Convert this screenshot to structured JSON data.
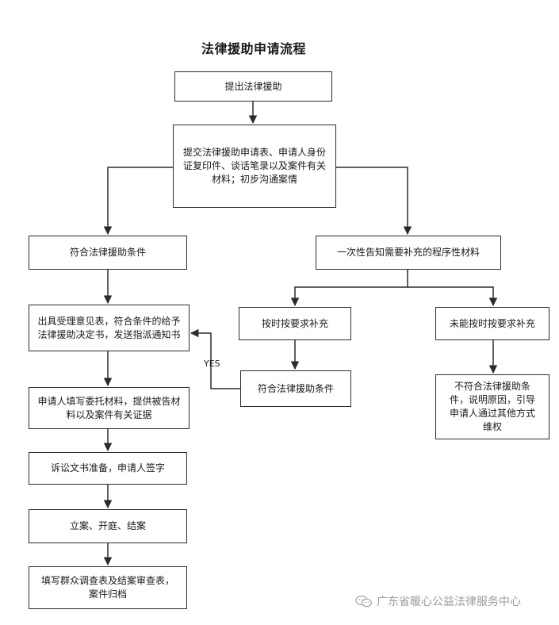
{
  "title": "法律援助申请流程",
  "nodes": {
    "submit": "提出法律援助",
    "materials": "提交法律援助申请表、申请人身份证复印件、谈话笔录以及案件有关材料；初步沟通案情",
    "eligible": "符合法律援助条件",
    "notify_supplement": "一次性告知需要补充的程序性材料",
    "supplement_on_time": "按时按要求补充",
    "supplement_late": "未能按时按要求补充",
    "eligible_after": "符合法律援助条件",
    "not_eligible": "不符合法律援助条件，说明原因，引导申请人通过其他方式维权",
    "acceptance": "出具受理意见表，符合条件的给予法律援助决定书，发送指派通知书",
    "authorization": "申请人填写委托材料，提供被告材料以及案件有关证据",
    "documents": "诉讼文书准备，申请人签字",
    "filing": "立案、开庭、结案",
    "closing": "填写群众调查表及结案审查表，案件归档"
  },
  "edge_labels": {
    "yes": "YES"
  },
  "watermark": {
    "icon": "wechat-icon",
    "text": "广东省暖心公益法律服务中心"
  }
}
